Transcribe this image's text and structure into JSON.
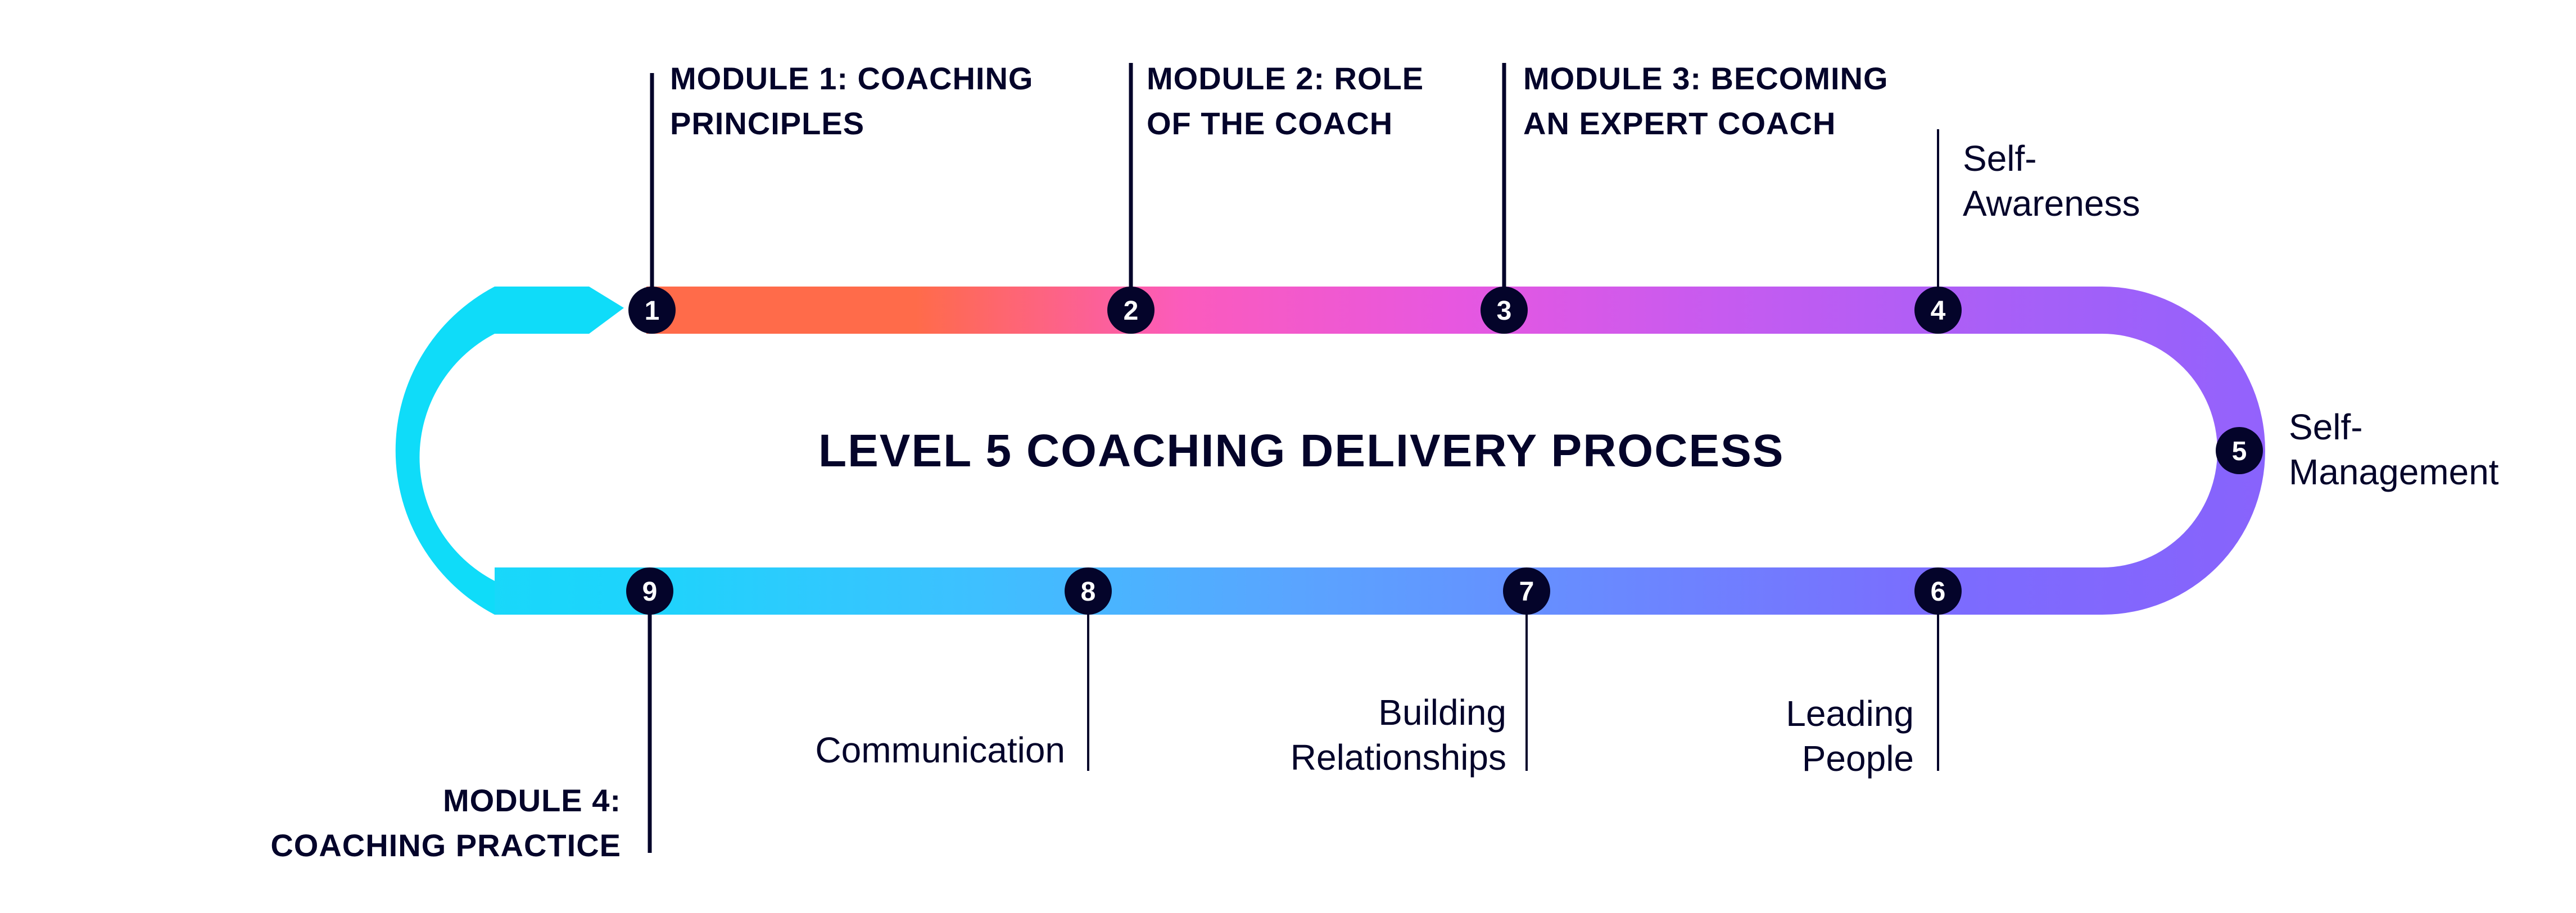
{
  "title": "LEVEL 5 COACHING DELIVERY PROCESS",
  "colors": {
    "ink": "#04042a",
    "node_fill": "#04042a",
    "node_text": "#ffffff",
    "gradient_top": [
      "#ff6b4a",
      "#ff6b4a",
      "#fb5bbd",
      "#e757e0",
      "#c65bf0",
      "#a95ff7",
      "#9362fc"
    ],
    "gradient_bottom": [
      "#12dcf9",
      "#1fd3fc",
      "#3ec0ff",
      "#5aa4ff",
      "#6a88ff",
      "#7b6cfe",
      "#8863fc"
    ],
    "arrow": "#0fdcf9"
  },
  "nodes": [
    {
      "number": "1",
      "label_lines": [
        "MODULE 1: COACHING",
        "PRINCIPLES"
      ],
      "kind": "module"
    },
    {
      "number": "2",
      "label_lines": [
        "MODULE 2: ROLE",
        "OF THE COACH"
      ],
      "kind": "module"
    },
    {
      "number": "3",
      "label_lines": [
        "MODULE 3: BECOMING",
        "AN EXPERT COACH"
      ],
      "kind": "module"
    },
    {
      "number": "4",
      "label_lines": [
        "Self-",
        "Awareness"
      ],
      "kind": "competency"
    },
    {
      "number": "5",
      "label_lines": [
        "Self-",
        "Management"
      ],
      "kind": "competency"
    },
    {
      "number": "6",
      "label_lines": [
        "Leading",
        "People"
      ],
      "kind": "competency"
    },
    {
      "number": "7",
      "label_lines": [
        "Building",
        "Relationships"
      ],
      "kind": "competency"
    },
    {
      "number": "8",
      "label_lines": [
        "Communication"
      ],
      "kind": "competency"
    },
    {
      "number": "9",
      "label_lines": [
        "MODULE 4:",
        "COACHING PRACTICE"
      ],
      "kind": "module"
    }
  ]
}
